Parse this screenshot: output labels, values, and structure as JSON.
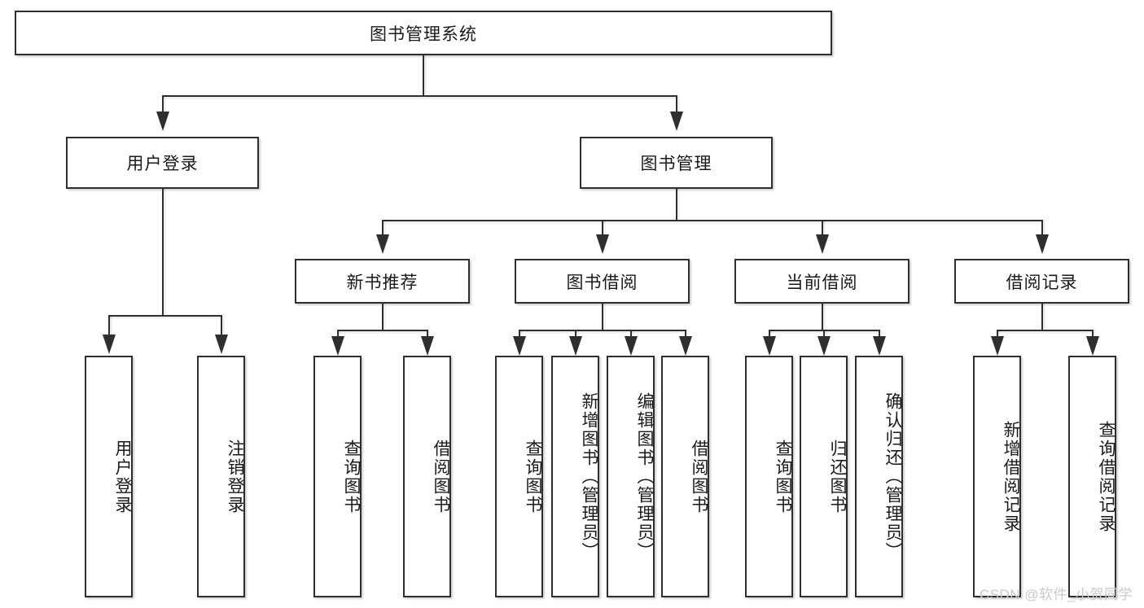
{
  "diagram": {
    "type": "tree-hierarchy",
    "root": {
      "label": "图书管理系统"
    },
    "level1": [
      {
        "label": "用户登录"
      },
      {
        "label": "图书管理"
      }
    ],
    "level2": [
      {
        "label": "新书推荐"
      },
      {
        "label": "图书借阅"
      },
      {
        "label": "当前借阅"
      },
      {
        "label": "借阅记录"
      }
    ],
    "leaves": {
      "user_login": [
        {
          "label": "用户登录"
        },
        {
          "label": "注销登录"
        }
      ],
      "new_book_recommend": [
        {
          "label": "查询图书"
        },
        {
          "label": "借阅图书"
        }
      ],
      "book_borrow": [
        {
          "label": "查询图书"
        },
        {
          "label": "新增图书（管理员）"
        },
        {
          "label": "编辑图书（管理员）"
        },
        {
          "label": "借阅图书"
        }
      ],
      "current_borrow": [
        {
          "label": "查询图书"
        },
        {
          "label": "归还图书"
        },
        {
          "label": "确认归还（管理员）"
        }
      ],
      "borrow_record": [
        {
          "label": "新增借阅记录"
        },
        {
          "label": "查询借阅记录"
        }
      ]
    }
  },
  "watermark": {
    "text": "CSDN @软件_小贺同学"
  },
  "colors": {
    "border": "#2f2f2f",
    "background": "#ffffff",
    "text": "#1a1a1a",
    "watermark": "#c9c9c9"
  }
}
